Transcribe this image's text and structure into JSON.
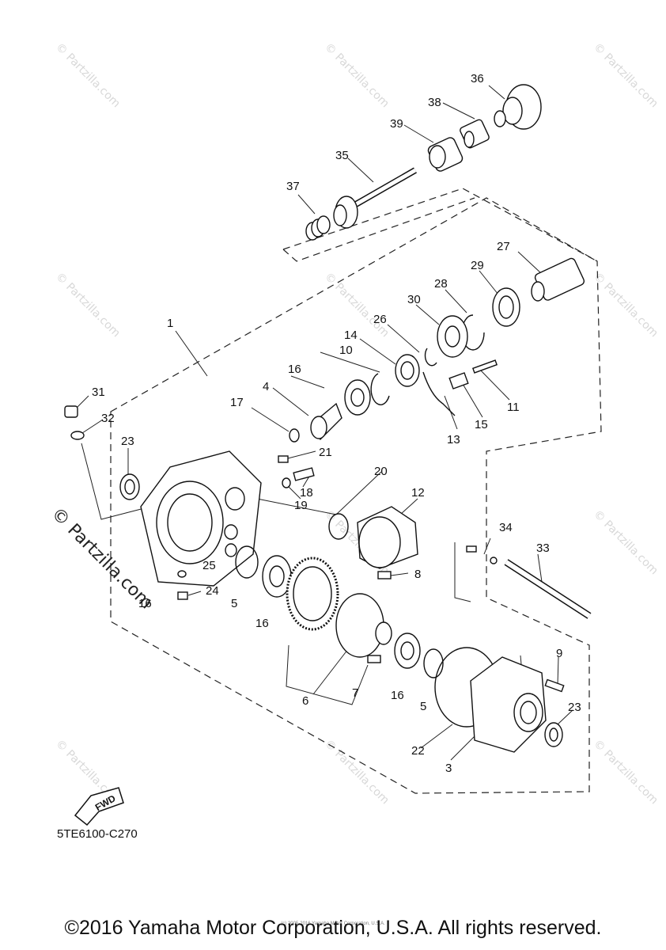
{
  "diagram": {
    "callouts": [
      "1",
      "3",
      "4",
      "5",
      "5",
      "6",
      "7",
      "8",
      "9",
      "10",
      "11",
      "12",
      "13",
      "14",
      "15",
      "16",
      "16",
      "16",
      "16",
      "17",
      "18",
      "19",
      "20",
      "21",
      "22",
      "23",
      "23",
      "24",
      "25",
      "26",
      "27",
      "28",
      "29",
      "30",
      "31",
      "32",
      "33",
      "34",
      "35",
      "36",
      "37",
      "38",
      "39"
    ],
    "diagram_code": "5TE6100-C270",
    "fwd_label": "FWD",
    "watermark_text": "© Partzilla.com",
    "side_watermark": "© Partzilla.com"
  },
  "footer": {
    "copyright": "©2016 Yamaha Motor Corporation, U.S.A. All rights reserved.",
    "copyright_small": "(c) 2005-2016 Yamaha Motor Corporation, U.S.A."
  }
}
